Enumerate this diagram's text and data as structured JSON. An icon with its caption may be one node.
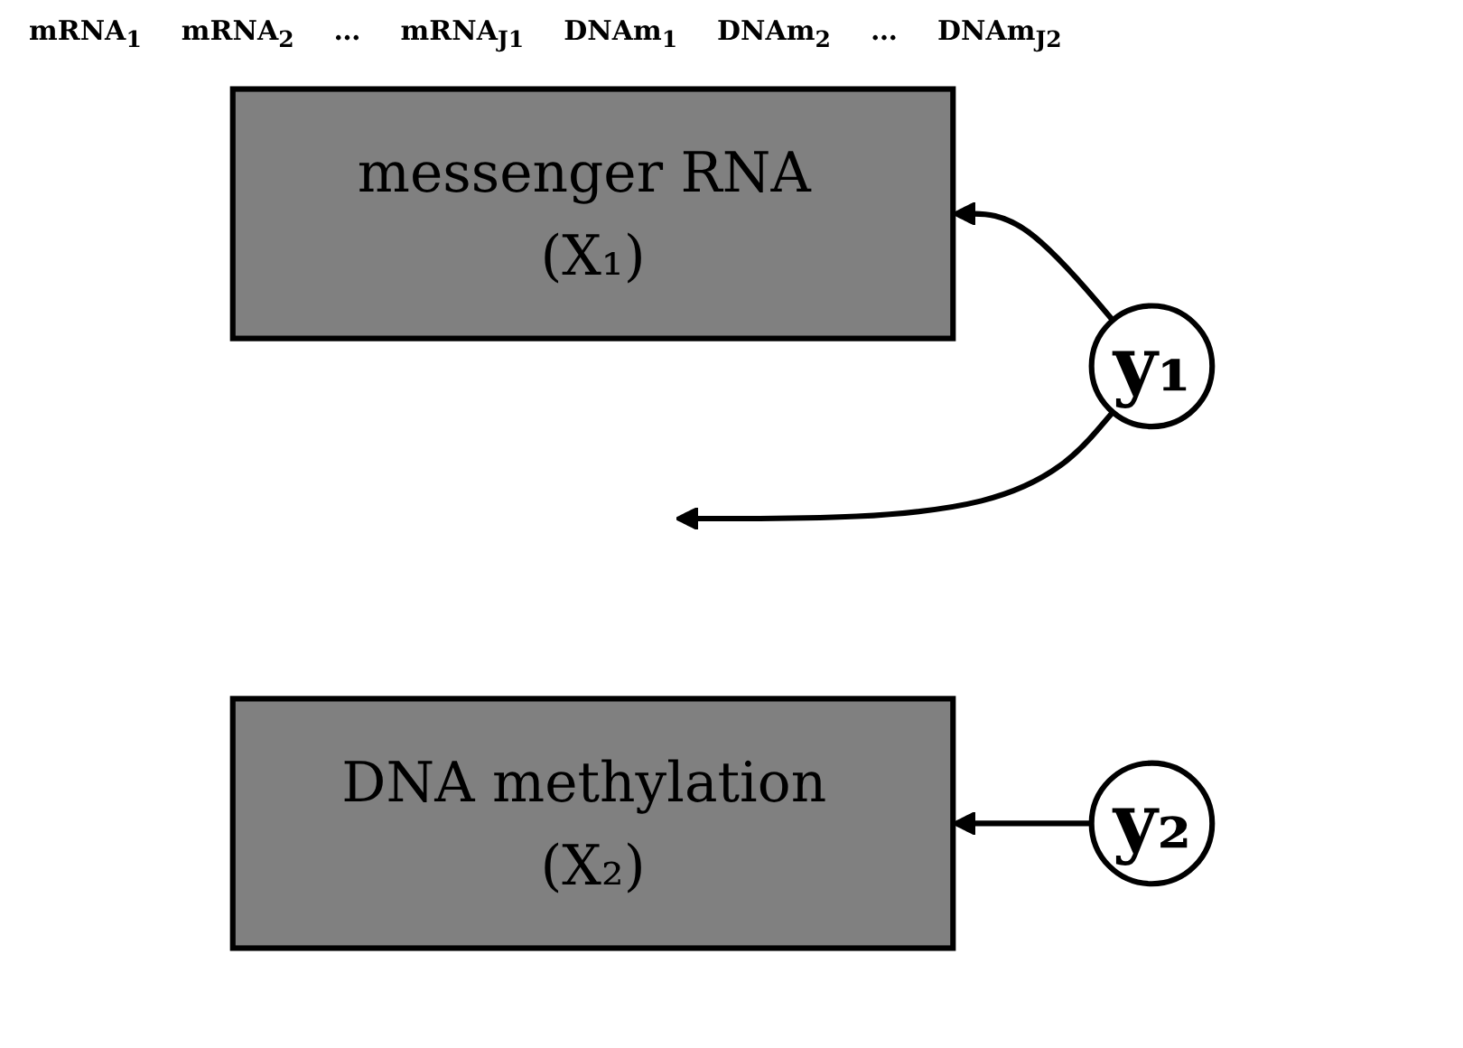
{
  "diagram": {
    "nodes": [
      {
        "text": [
          "messenger RNA (X₁)"
        ]
      },
      {
        "text": [
          "y₁"
        ]
      },
      {
        "text": [
          "DNA methylation (X₂)"
        ]
      },
      {
        "text": [
          "y₂"
        ]
      }
    ],
    "edges": [
      {
        "from": 1,
        "to": 0,
        "arrow": "to"
      },
      {
        "from": 1,
        "to": null,
        "arrow": "to"
      },
      {
        "from": 3,
        "to": 2,
        "arrow": "to"
      }
    ],
    "labels": [
      "mRNA$_{1}$",
      "mRNA$_{2}$",
      "…",
      "mRNA$_{J1}$",
      "DNAm$_{1}$",
      "DNAm$_{2}$",
      "…",
      "DNAm$_{J2}$"
    ]
  }
}
